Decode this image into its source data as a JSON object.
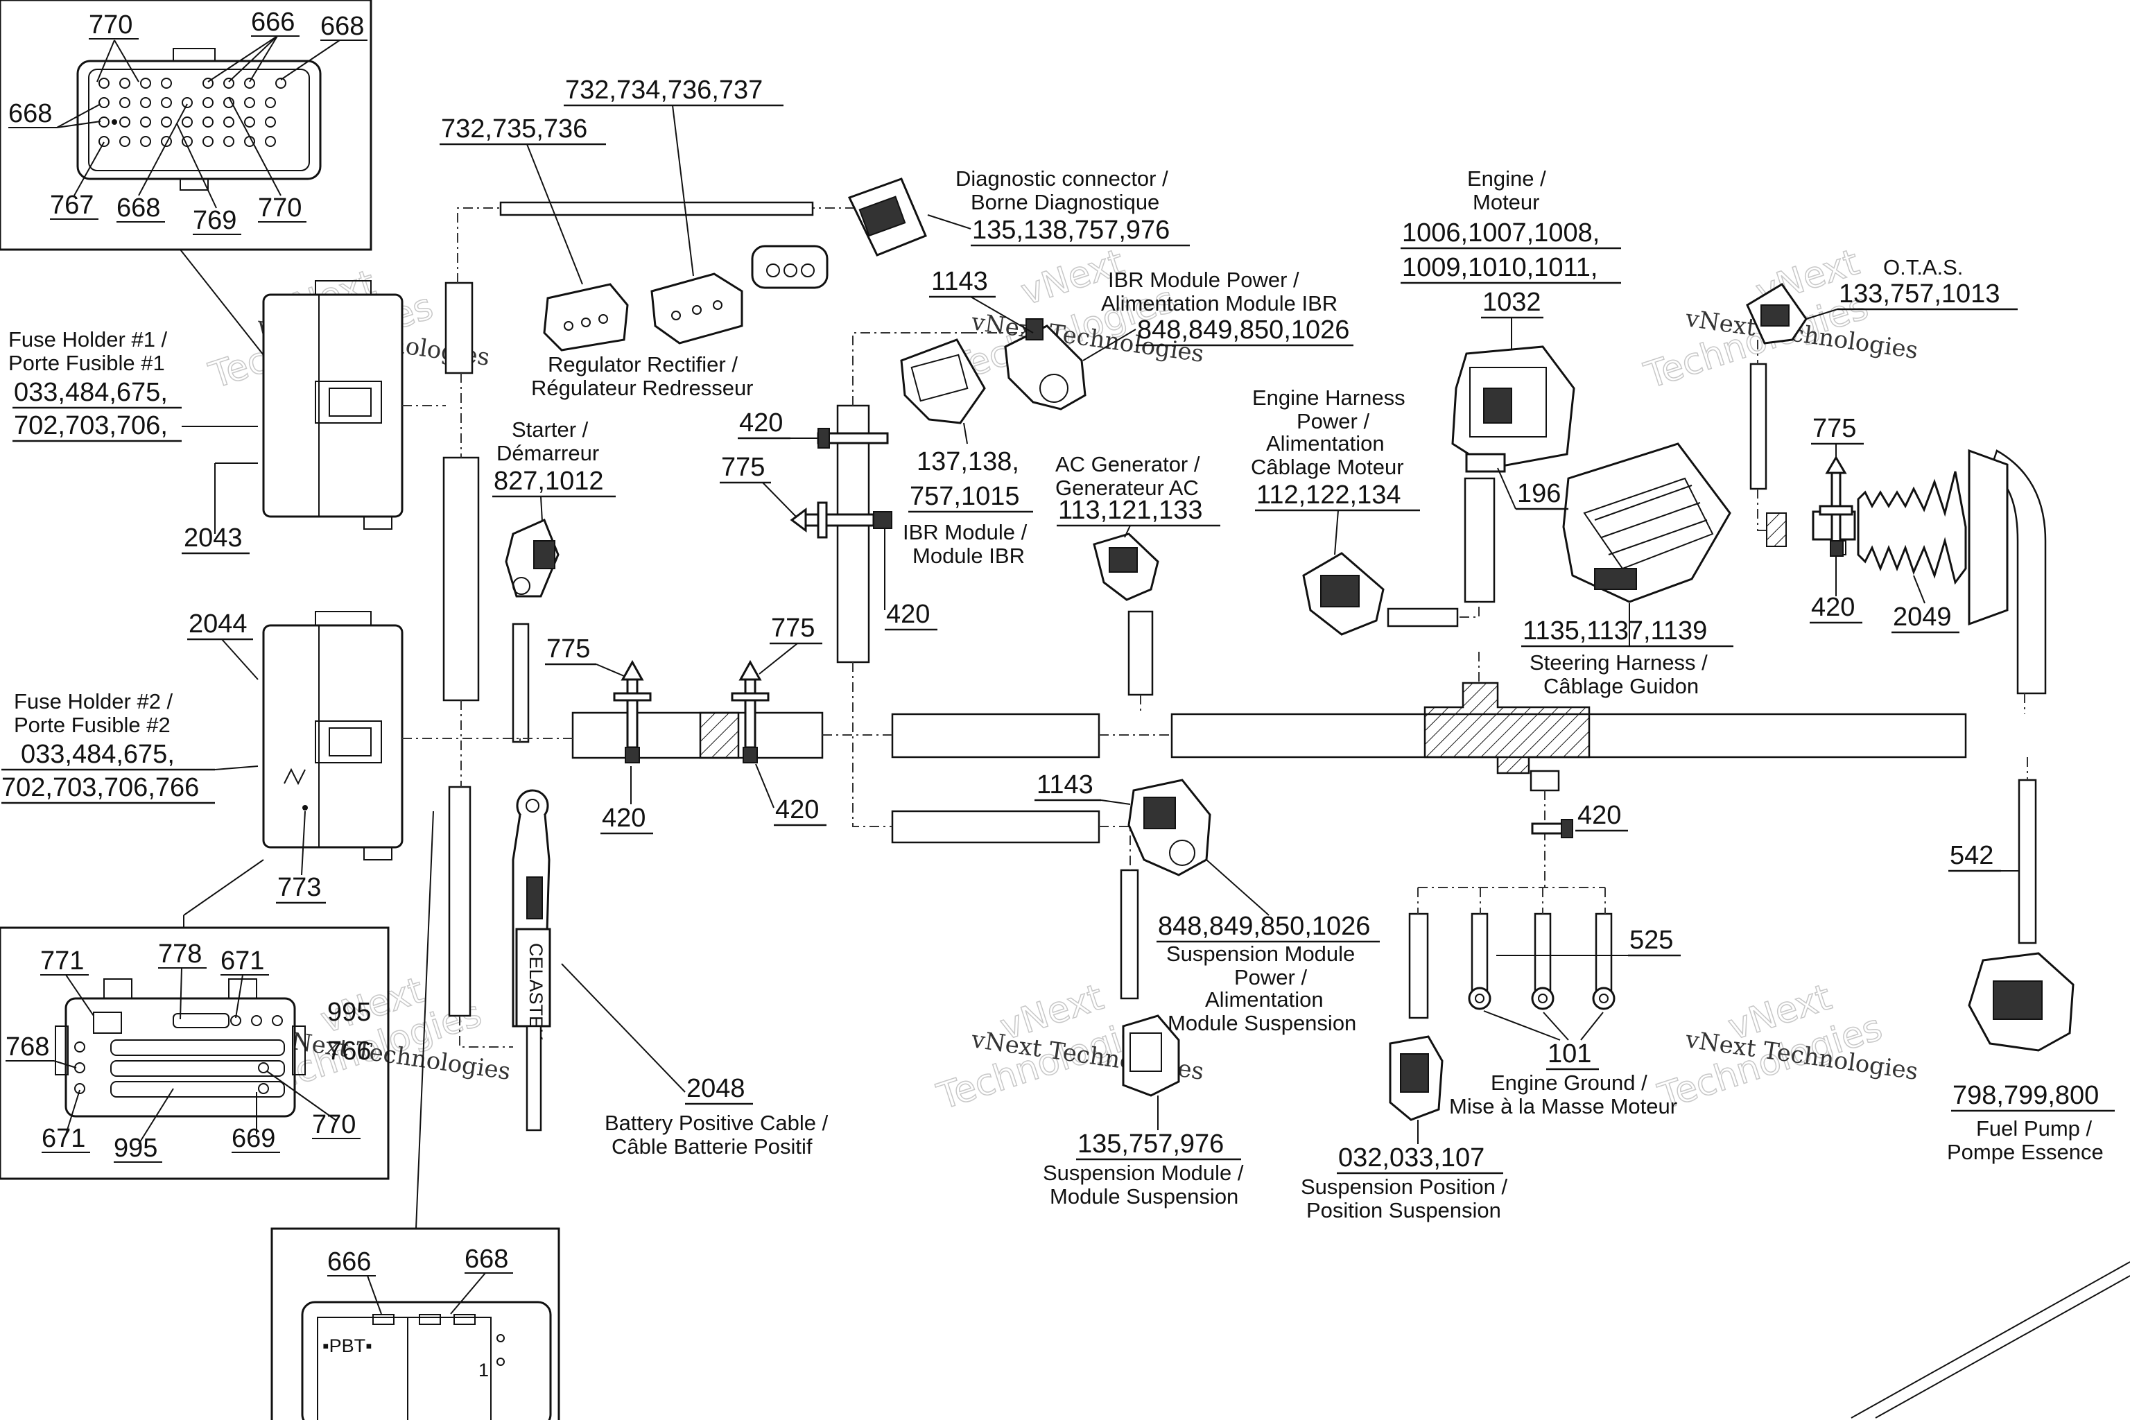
{
  "labels": {
    "fuse1": [
      "Fuse Holder #1 /",
      "Porte Fusible #1"
    ],
    "fuse1_nums": [
      "033,484,675,",
      "702,703,706,"
    ],
    "fuse2": [
      "Fuse Holder #2 /",
      "Porte Fusible #2"
    ],
    "fuse2_nums": [
      "033,484,675,",
      "702,703,706,766"
    ],
    "regulator": [
      "Regulator Rectifier /",
      "Régulateur Redresseur"
    ],
    "reg_nums_a": "732,735,736",
    "reg_nums_b": "732,734,736,737",
    "diag": [
      "Diagnostic connector /",
      "Borne Diagnostique"
    ],
    "diag_nums": "135,138,757,976",
    "ibr_power": [
      "IBR Module Power /",
      "Alimentation Module IBR"
    ],
    "ibr_power_nums": "848,849,850,1026",
    "ibr_module": [
      "IBR Module /",
      "Module IBR"
    ],
    "ibr_module_nums": [
      "137,138,",
      "757,1015"
    ],
    "starter": [
      "Starter /",
      "Démarreur"
    ],
    "starter_nums": "827,1012",
    "ac_gen": [
      "AC Generator /",
      "Generateur AC"
    ],
    "ac_gen_nums": "113,121,133",
    "eng_power": [
      "Engine Harness",
      "Power /",
      "Alimentation",
      "Câblage Moteur"
    ],
    "eng_power_nums": "112,122,134",
    "engine": [
      "Engine /",
      "Moteur"
    ],
    "engine_nums": [
      "1006,1007,1008,",
      "1009,1010,1011,",
      "1032"
    ],
    "otas": "O.T.A.S.",
    "otas_nums": "133,757,1013",
    "steering": [
      "Steering Harness /",
      "Câblage Guidon"
    ],
    "steering_nums": "1135,1137,1139",
    "susp_power": [
      "Suspension Module",
      "Power /",
      "Alimentation",
      "Module Suspension"
    ],
    "susp_power_nums": "848,849,850,1026",
    "susp_module": [
      "Suspension Module /",
      "Module Suspension"
    ],
    "susp_module_nums": "135,757,976",
    "susp_pos": [
      "Suspension Position /",
      "Position Suspension"
    ],
    "susp_pos_nums": "032,033,107",
    "eng_ground": [
      "Engine Ground /",
      "Mise à la Masse Moteur"
    ],
    "fuel_pump": [
      "Fuel Pump /",
      "Pompe Essence"
    ],
    "fuel_pump_nums": "798,799,800",
    "battery": [
      "Battery Positive Cable /",
      "Câble Batterie Positif"
    ],
    "battery_num": "2048",
    "refs": {
      "r2043": "2043",
      "r2044": "2044",
      "r773": "773",
      "r2049": "2049",
      "r1143a": "1143",
      "r1143b": "1143",
      "r196": "196",
      "r542": "542",
      "r525": "525",
      "r101": "101",
      "r420a": "420",
      "r420b": "420",
      "r420c": "420",
      "r420d": "420",
      "r420e": "420",
      "r420f": "420",
      "r775a": "775",
      "r775b": "775",
      "r775c": "775",
      "r775d": "775"
    },
    "inset_top": {
      "n770a": "770",
      "n666": "666",
      "n668a": "668",
      "n668b": "668",
      "n767": "767",
      "n668c": "668",
      "n769": "769",
      "n770b": "770"
    },
    "inset_mid": {
      "n771": "771",
      "n778": "778",
      "n671a": "671",
      "n995a": "995",
      "n768": "768",
      "n766": "766",
      "n671b": "671",
      "n995b": "995",
      "n669": "669",
      "n770": "770"
    },
    "inset_bot": {
      "n666": "666",
      "n668": "668"
    },
    "celastek": "CELASTEK",
    "watermark_brand": "vNext Technologies",
    "watermark_outline": [
      "vNext",
      "Technologies"
    ]
  }
}
